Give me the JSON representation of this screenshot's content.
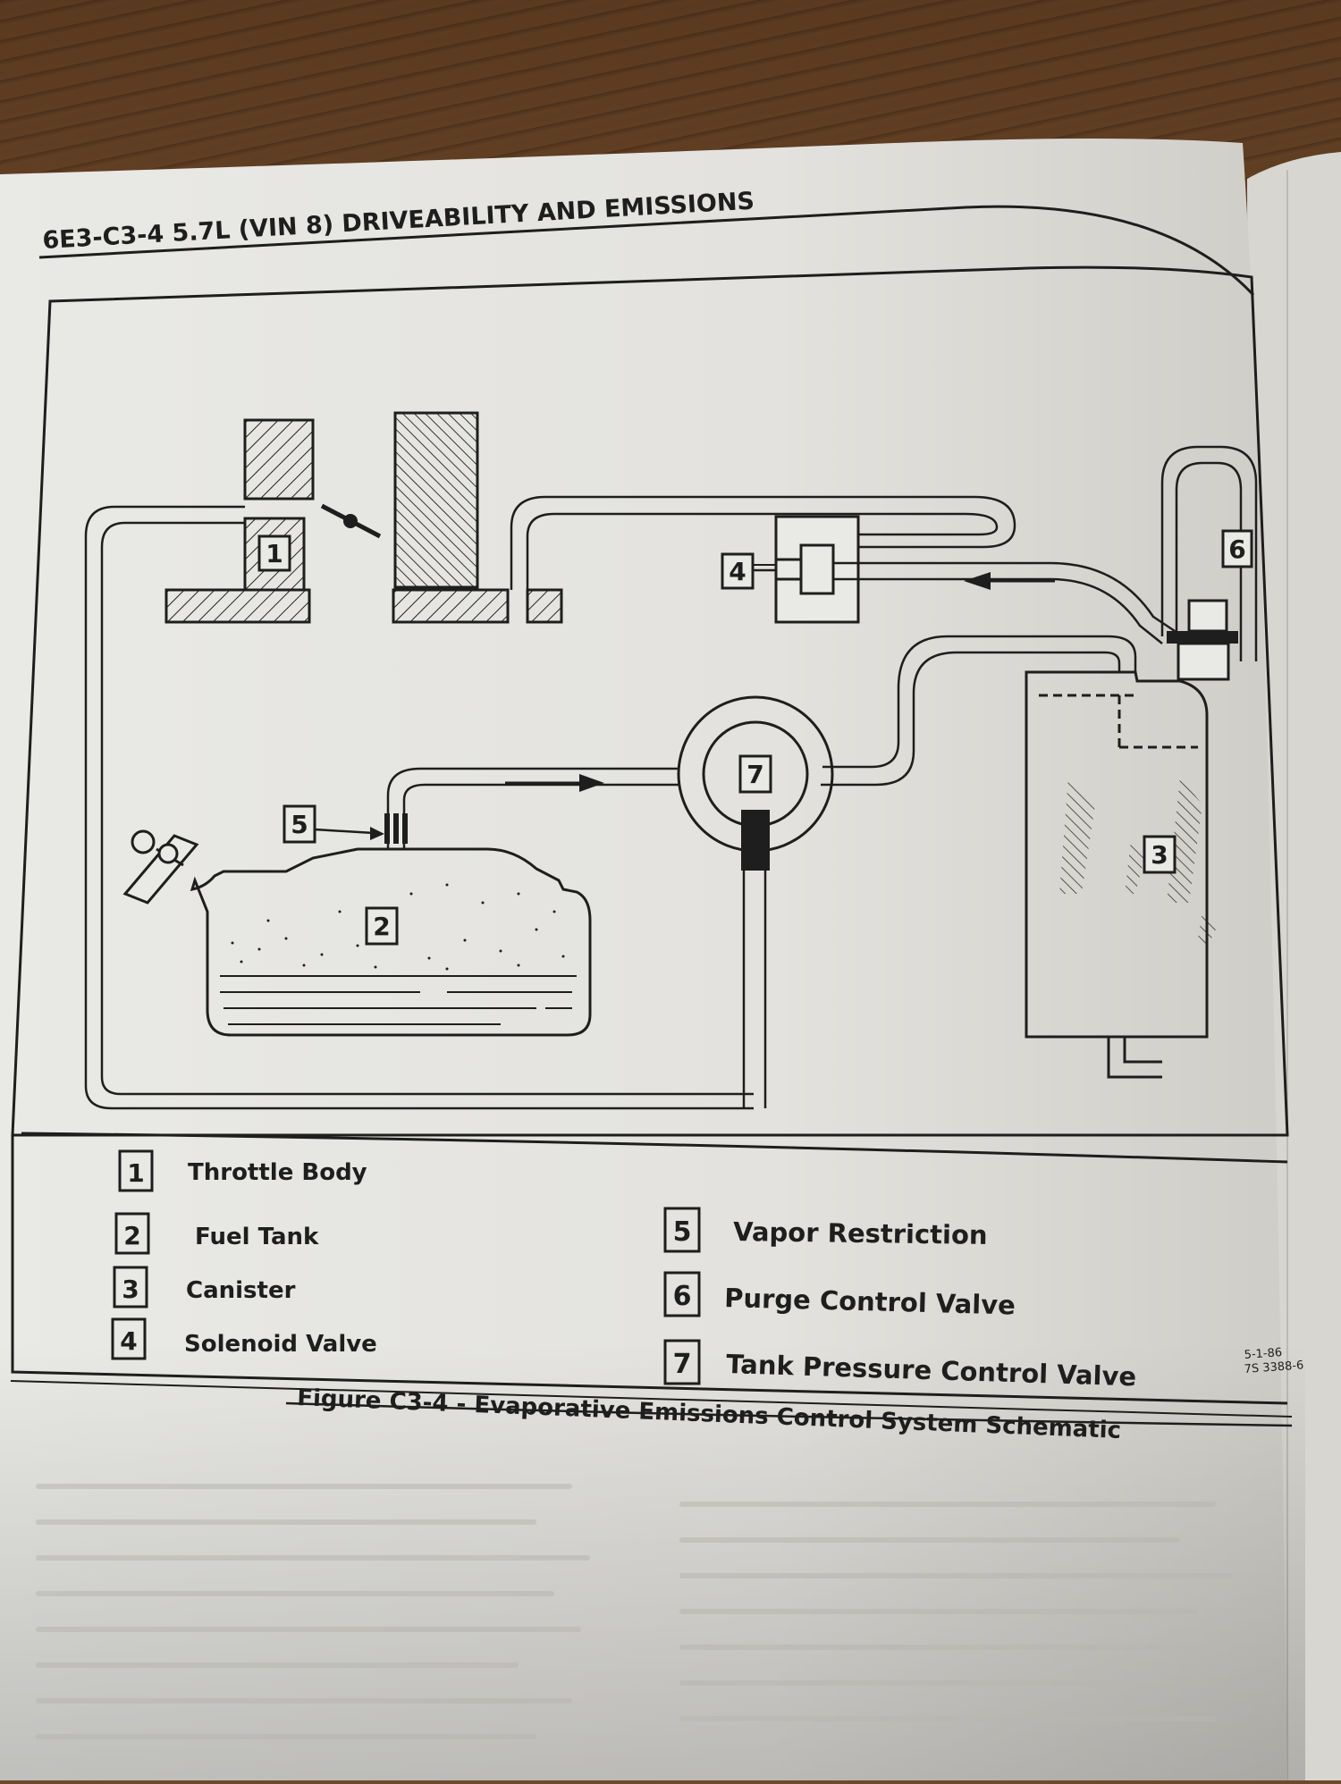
{
  "header": {
    "text": "6E3-C3-4 5.7L (VIN 8) DRIVEABILITY AND EMISSIONS"
  },
  "diagram": {
    "callouts": [
      "1",
      "2",
      "3",
      "4",
      "5",
      "6",
      "7"
    ]
  },
  "legend": {
    "items": [
      {
        "number": "1",
        "label": "Throttle Body"
      },
      {
        "number": "2",
        "label": "Fuel Tank"
      },
      {
        "number": "3",
        "label": "Canister"
      },
      {
        "number": "4",
        "label": "Solenoid Valve"
      },
      {
        "number": "5",
        "label": "Vapor Restriction"
      },
      {
        "number": "6",
        "label": "Purge Control Valve"
      },
      {
        "number": "7",
        "label": "Tank Pressure Control Valve"
      }
    ]
  },
  "stamp": {
    "date": "5-1-86",
    "code": "7S 3388-6"
  },
  "caption": {
    "text": "Figure C3-4 - Evaporative Emissions Control System Schematic"
  }
}
